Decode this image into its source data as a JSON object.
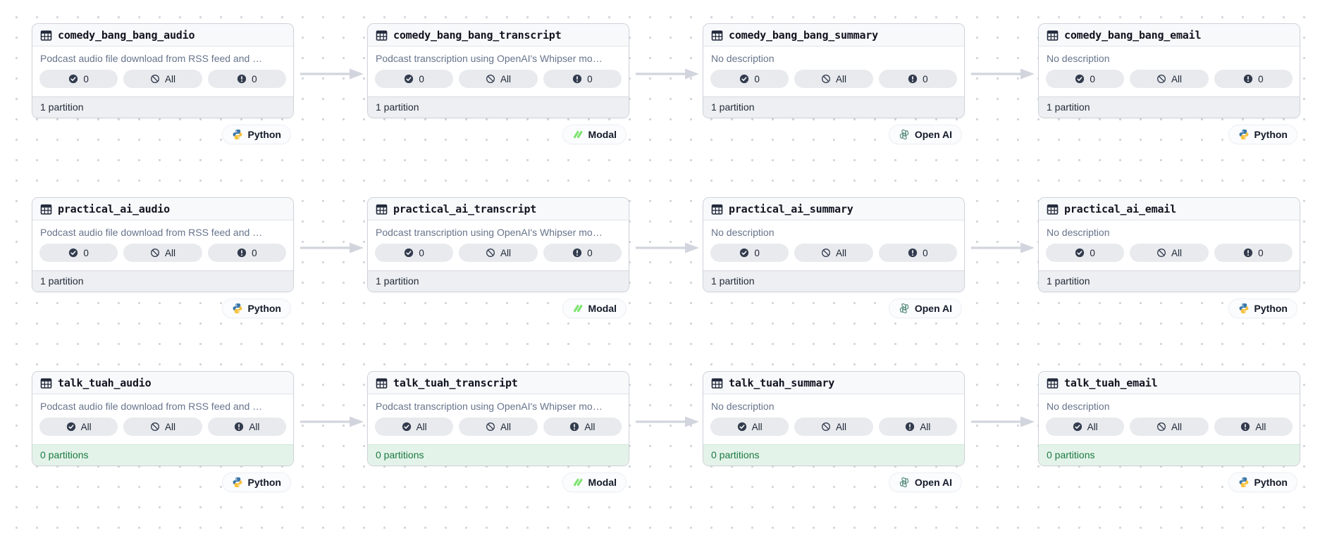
{
  "graph": {
    "rows": [
      {
        "cells": [
          {
            "title": "comedy_bang_bang_audio",
            "description": "Podcast audio file download from RSS feed and …",
            "checks": [
              "0",
              "All",
              "0"
            ],
            "partitions": "1 partition",
            "tag": "Python"
          },
          {
            "title": "comedy_bang_bang_transcript",
            "description": "Podcast transcription using OpenAI's Whipser mo…",
            "checks": [
              "0",
              "All",
              "0"
            ],
            "partitions": "1 partition",
            "tag": "Modal"
          },
          {
            "title": "comedy_bang_bang_summary",
            "description": "No description",
            "checks": [
              "0",
              "All",
              "0"
            ],
            "partitions": "1 partition",
            "tag": "Open AI"
          },
          {
            "title": "comedy_bang_bang_email",
            "description": "No description",
            "checks": [
              "0",
              "All",
              "0"
            ],
            "partitions": "1 partition",
            "tag": "Python"
          }
        ]
      },
      {
        "cells": [
          {
            "title": "practical_ai_audio",
            "description": "Podcast audio file download from RSS feed and …",
            "checks": [
              "0",
              "All",
              "0"
            ],
            "partitions": "1 partition",
            "tag": "Python"
          },
          {
            "title": "practical_ai_transcript",
            "description": "Podcast transcription using OpenAI's Whipser mo…",
            "checks": [
              "0",
              "All",
              "0"
            ],
            "partitions": "1 partition",
            "tag": "Modal"
          },
          {
            "title": "practical_ai_summary",
            "description": "No description",
            "checks": [
              "0",
              "All",
              "0"
            ],
            "partitions": "1 partition",
            "tag": "Open AI"
          },
          {
            "title": "practical_ai_email",
            "description": "No description",
            "checks": [
              "0",
              "All",
              "0"
            ],
            "partitions": "1 partition",
            "tag": "Python"
          }
        ]
      },
      {
        "cells": [
          {
            "title": "talk_tuah_audio",
            "description": "Podcast audio file download from RSS feed and …",
            "checks": [
              "All",
              "All",
              "All"
            ],
            "partitions": "0 partitions",
            "tag": "Python"
          },
          {
            "title": "talk_tuah_transcript",
            "description": "Podcast transcription using OpenAI's Whipser mo…",
            "checks": [
              "All",
              "All",
              "All"
            ],
            "partitions": "0 partitions",
            "tag": "Modal"
          },
          {
            "title": "talk_tuah_summary",
            "description": "No description",
            "checks": [
              "All",
              "All",
              "All"
            ],
            "partitions": "0 partitions",
            "tag": "Open AI"
          },
          {
            "title": "talk_tuah_email",
            "description": "No description",
            "checks": [
              "All",
              "All",
              "All"
            ],
            "partitions": "0 partitions",
            "tag": "Python"
          }
        ]
      }
    ]
  },
  "icons": {
    "asset_header": "table-icon",
    "pill_icons": [
      "check-circle-icon",
      "ban-icon",
      "alert-circle-icon"
    ],
    "tag_icons": {
      "Python": "python-icon",
      "Modal": "modal-icon",
      "Open AI": "openai-icon"
    },
    "edge": "arrow-right-icon"
  },
  "colors": {
    "card_border": "#cfd3da",
    "header_bg": "#f8f9fb",
    "pill_bg": "#e8eaee",
    "footer_bg": "#edeff2",
    "footer_ok_bg": "#e4f3e9",
    "footer_ok_text": "#1b7a43",
    "description_text": "#67748c",
    "arrow": "#d2d5dd",
    "python_blue": "#3b77a8",
    "python_yellow": "#f6c13c",
    "modal_green": "#7ee36f",
    "openai_green": "#5b8f7d",
    "dot_grid": "#d3d4dc"
  }
}
